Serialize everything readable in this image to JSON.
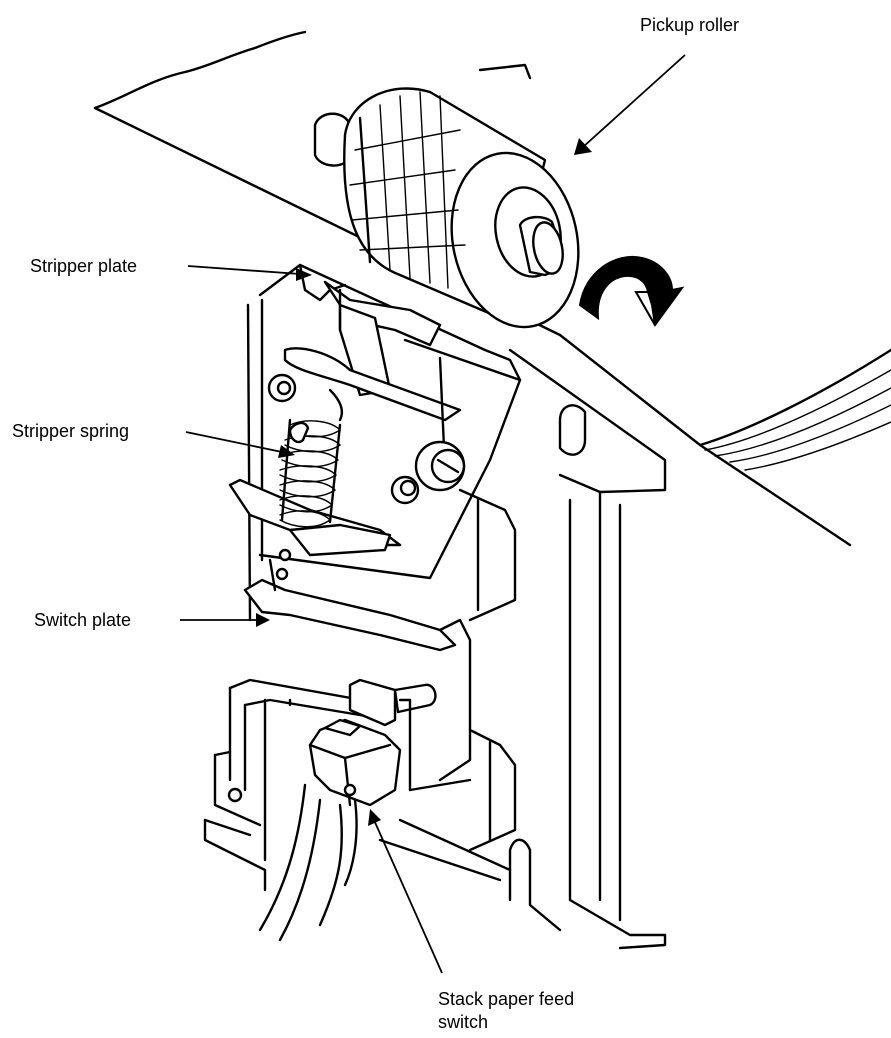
{
  "labels": {
    "pickup_roller": "Pickup roller",
    "stripper_plate": "Stripper plate",
    "stripper_spring": "Stripper spring",
    "switch_plate": "Switch plate",
    "stack_paper_feed_switch_line1": "Stack paper feed",
    "stack_paper_feed_switch_line2": "switch"
  }
}
